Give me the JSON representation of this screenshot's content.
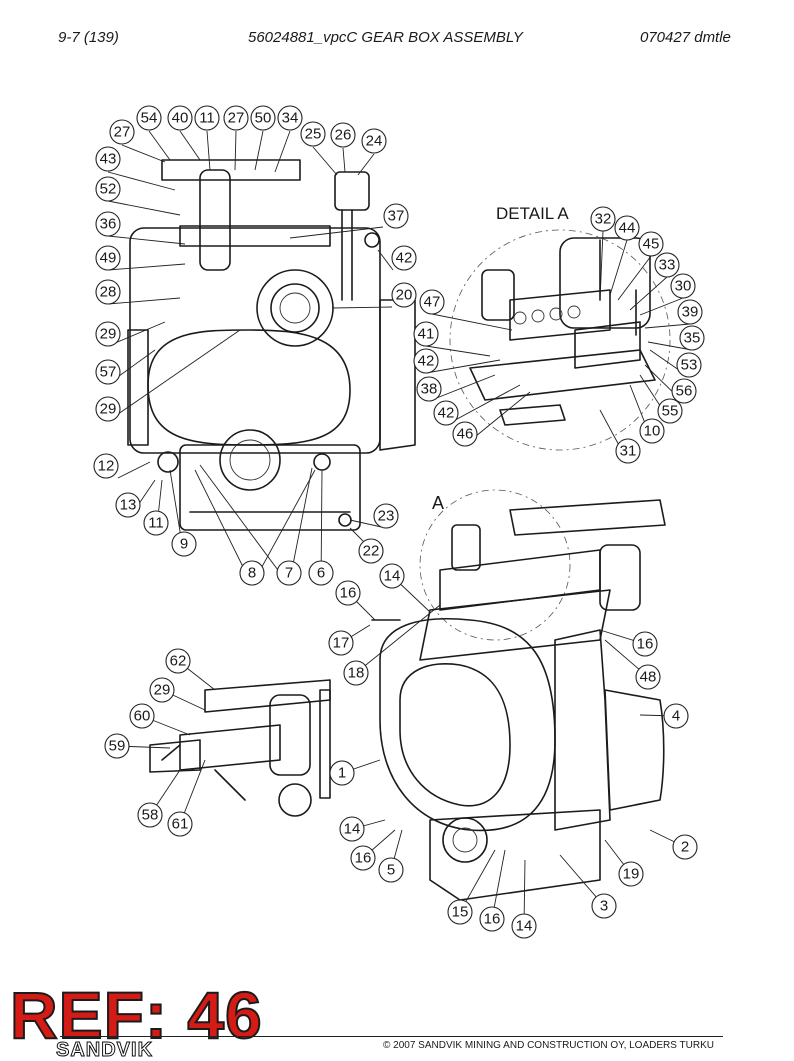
{
  "header": {
    "page": "9-7 (139)",
    "document_title": "56024881_vpcC GEAR BOX ASSEMBLY",
    "revision": "070427 dmtle"
  },
  "labels": {
    "detail_a": "DETAIL A",
    "view_a": "A"
  },
  "callouts": [
    "54",
    "40",
    "11",
    "27",
    "50",
    "34",
    "27",
    "25",
    "26",
    "24",
    "43",
    "52",
    "36",
    "37",
    "49",
    "42",
    "28",
    "20",
    "29",
    "57",
    "29",
    "12",
    "13",
    "11",
    "9",
    "8",
    "7",
    "6",
    "23",
    "22",
    "32",
    "44",
    "45",
    "33",
    "30",
    "47",
    "39",
    "41",
    "35",
    "42",
    "53",
    "38",
    "56",
    "42",
    "55",
    "46",
    "10",
    "31",
    "14",
    "16",
    "17",
    "18",
    "16",
    "48",
    "62",
    "29",
    "60",
    "59",
    "4",
    "1",
    "58",
    "61",
    "14",
    "16",
    "5",
    "2",
    "19",
    "3",
    "15",
    "16",
    "14"
  ],
  "ref_stamp": "REF: 46",
  "footer": {
    "logo": "SANDVIK",
    "copyright": "© 2007 SANDVIK MINING AND CONSTRUCTION OY, LOADERS TURKU"
  }
}
